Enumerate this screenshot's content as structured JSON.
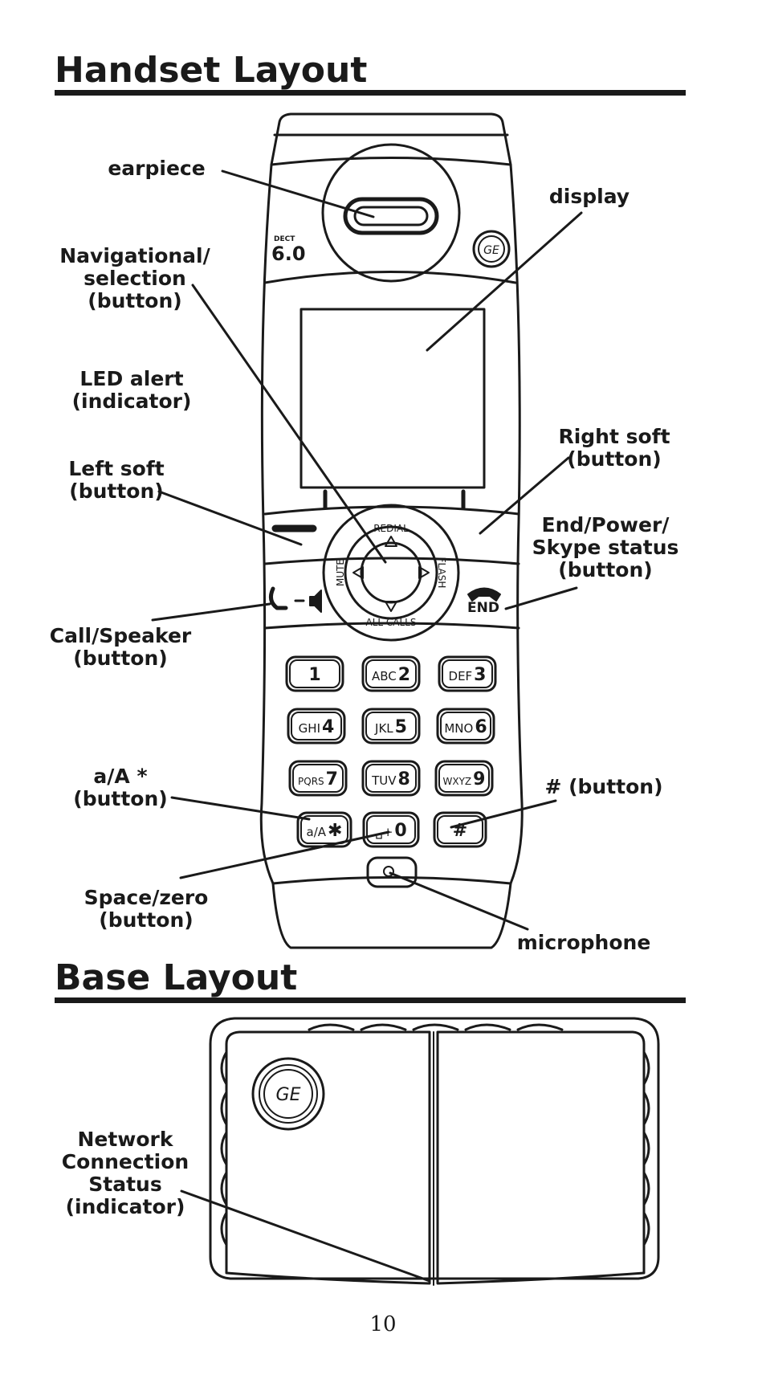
{
  "handset": {
    "title": "Handset Layout",
    "brand_badge_top": "DECT",
    "brand_badge_main": "6.0",
    "logo_text": "GE",
    "nav_labels": {
      "top": "REDIAL",
      "right": "FLASH",
      "bottom": "ALL CALLS",
      "left": "MUTE"
    },
    "end_key_text": "END",
    "keys": [
      {
        "letters": "",
        "digit": "1"
      },
      {
        "letters": "ABC",
        "digit": "2"
      },
      {
        "letters": "DEF",
        "digit": "3"
      },
      {
        "letters": "GHI",
        "digit": "4"
      },
      {
        "letters": "JKL",
        "digit": "5"
      },
      {
        "letters": "MNO",
        "digit": "6"
      },
      {
        "letters": "PQRS",
        "digit": "7"
      },
      {
        "letters": "TUV",
        "digit": "8"
      },
      {
        "letters": "WXYZ",
        "digit": "9"
      },
      {
        "letters": "a/A",
        "digit": "✱"
      },
      {
        "letters": "␣+",
        "digit": "0"
      },
      {
        "letters": "",
        "digit": "#"
      }
    ],
    "labels": {
      "earpiece": "earpiece",
      "display": "display",
      "nav_1": "Navigational/",
      "nav_2": "selection",
      "nav_3": "(button)",
      "led_1": "LED alert",
      "led_2": "(indicator)",
      "right_soft_1": "Right soft",
      "right_soft_2": "(button)",
      "left_soft_1": "Left soft",
      "left_soft_2": "(button)",
      "end_1": "End/Power/",
      "end_2": "Skype status",
      "end_3": "(button)",
      "call_1": "Call/Speaker",
      "call_2": "(button)",
      "aa_1": "a/A *",
      "aa_2": "(button)",
      "hash": "# (button)",
      "space_1": "Space/zero",
      "space_2": "(button)",
      "microphone": "microphone"
    }
  },
  "base": {
    "title": "Base Layout",
    "logo_text": "GE",
    "labels": {
      "net_1": "Network",
      "net_2": "Connection",
      "net_3": "Status",
      "net_4": "(indicator)"
    }
  },
  "page_number": "10"
}
